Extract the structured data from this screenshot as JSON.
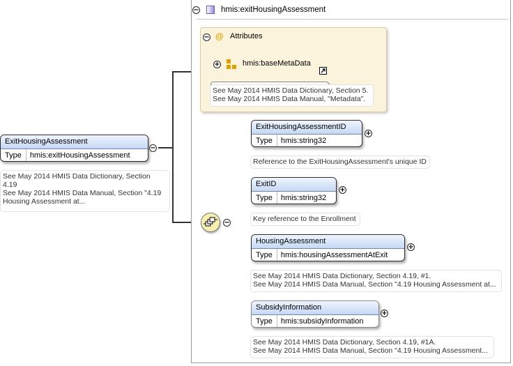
{
  "root": {
    "title": "ExitHousingAssessment",
    "type_key": "Type",
    "type_value": "hmis:exitHousingAssessment",
    "doc_line1": "See May 2014 HMIS Data Dictionary, Section",
    "doc_line2": "4.19",
    "doc_line3": "See May 2014 HMIS Data Manual, Section \"4.19",
    "doc_line4": "Housing Assessment at..."
  },
  "complex_type": {
    "title": "hmis:exitHousingAssessment",
    "attributes": {
      "label": "Attributes",
      "attribute_group": "hmis:baseMetaData",
      "doc_line1": "See May 2014 HMIS Data Dictionary, Section 5.",
      "doc_line2": "See May 2014 HMIS Data Manual, \"Metadata\"."
    }
  },
  "elements": [
    {
      "title": "ExitHousingAssessmentID",
      "type_key": "Type",
      "type_value": "hmis:string32",
      "doc_line1": "Reference to the ExitHousingAssessment's unique ID",
      "doc_line2": ""
    },
    {
      "title": "ExitID",
      "type_key": "Type",
      "type_value": "hmis:string32",
      "doc_line1": "Key reference to the Enrollment",
      "doc_line2": ""
    },
    {
      "title": "HousingAssessment",
      "type_key": "Type",
      "type_value": "hmis:housingAssessmentAtExit",
      "doc_line1": "See May 2014 HMIS Data Dictionary, Section 4.19, #1.",
      "doc_line2": "See May 2014 HMIS Data Manual, Section \"4.19 Housing Assessment at..."
    },
    {
      "title": "SubsidyInformation",
      "type_key": "Type",
      "type_value": "hmis:subsidyInformation",
      "doc_line1": "See May 2014 HMIS Data Dictionary, Section 4.19, #1A.",
      "doc_line2": "See May 2014 HMIS Data Manual, Section \"4.19 Housing Assessment..."
    }
  ],
  "icons": {
    "collapse": "minus-circle-icon",
    "expand": "plus-circle-icon",
    "complex_type": "complex-type-icon",
    "attribute": "at-sign-icon",
    "attribute_group": "attribute-group-icon",
    "reference": "reference-arrow-icon",
    "sequence": "sequence-compositor-icon"
  },
  "colors": {
    "node_header_top": "#f0f5ff",
    "node_header_bottom": "#c5d8f4",
    "attributes_background": "#fcf3dc",
    "compositor_fill": "#f7efb0",
    "connector": "#333333"
  }
}
